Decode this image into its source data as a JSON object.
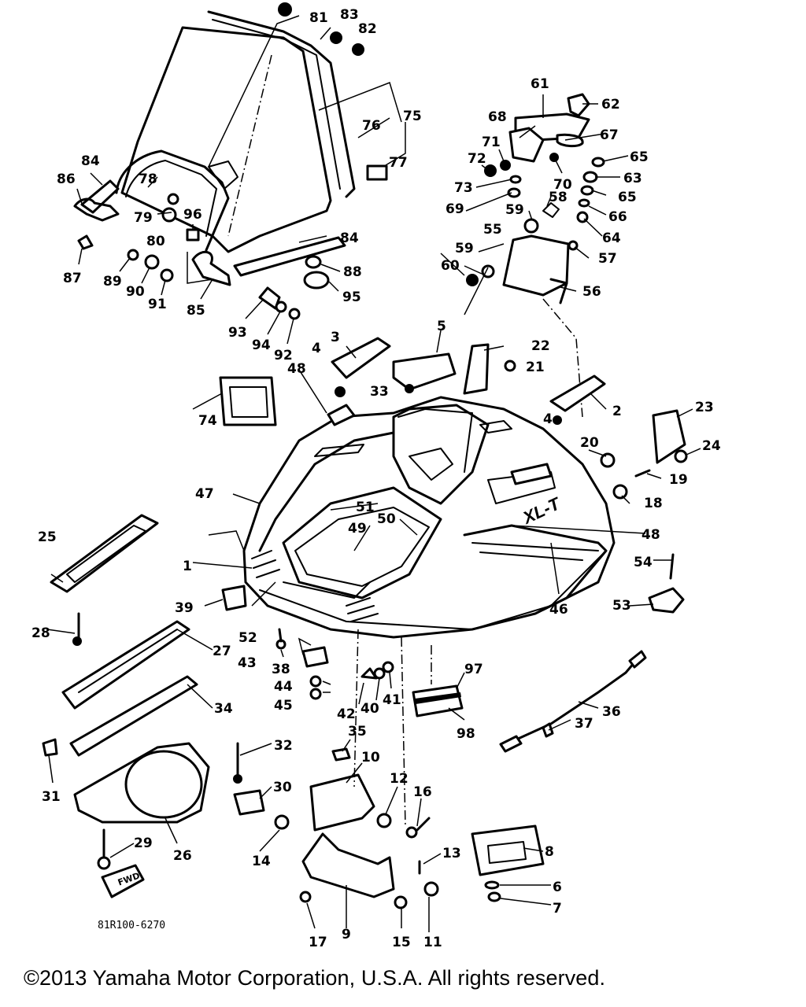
{
  "diagram_code": "81R100-6270",
  "copyright": "©2013 Yamaha Motor Corporation, U.S.A. All rights reserved.",
  "badge_text": "XL-T",
  "forward_arrow_text": "FWD",
  "labels": {
    "p1": "1",
    "p2": "2",
    "p3": "3",
    "p4a": "4",
    "p4b": "4",
    "p5": "5",
    "p6": "6",
    "p7": "7",
    "p8": "8",
    "p9": "9",
    "p10": "10",
    "p11": "11",
    "p12": "12",
    "p13": "13",
    "p14": "14",
    "p15": "15",
    "p16": "16",
    "p17": "17",
    "p18": "18",
    "p19": "19",
    "p20": "20",
    "p21": "21",
    "p22": "22",
    "p23": "23",
    "p24": "24",
    "p25": "25",
    "p26": "26",
    "p27": "27",
    "p28": "28",
    "p29": "29",
    "p30": "30",
    "p31": "31",
    "p32": "32",
    "p33": "33",
    "p34": "34",
    "p35": "35",
    "p36": "36",
    "p37": "37",
    "p38": "38",
    "p39": "39",
    "p40": "40",
    "p41": "41",
    "p42": "42",
    "p43": "43",
    "p44": "44",
    "p45": "45",
    "p46": "46",
    "p47": "47",
    "p48a": "48",
    "p48b": "48",
    "p49": "49",
    "p50": "50",
    "p51": "51",
    "p52": "52",
    "p53": "53",
    "p54": "54",
    "p55": "55",
    "p56": "56",
    "p57": "57",
    "p58": "58",
    "p59a": "59",
    "p59b": "59",
    "p60": "60",
    "p61": "61",
    "p62": "62",
    "p63": "63",
    "p64": "64",
    "p65a": "65",
    "p65b": "65",
    "p66": "66",
    "p67": "67",
    "p68": "68",
    "p69": "69",
    "p70": "70",
    "p71": "71",
    "p72": "72",
    "p73": "73",
    "p74": "74",
    "p75": "75",
    "p76": "76",
    "p77": "77",
    "p78": "78",
    "p79": "79",
    "p80": "80",
    "p81": "81",
    "p82": "82",
    "p83": "83",
    "p84a": "84",
    "p84b": "84",
    "p85": "85",
    "p86": "86",
    "p87": "87",
    "p88": "88",
    "p89": "89",
    "p90": "90",
    "p91": "91",
    "p92": "92",
    "p93": "93",
    "p94": "94",
    "p95": "95",
    "p96": "96",
    "p97": "97",
    "p98": "98"
  }
}
